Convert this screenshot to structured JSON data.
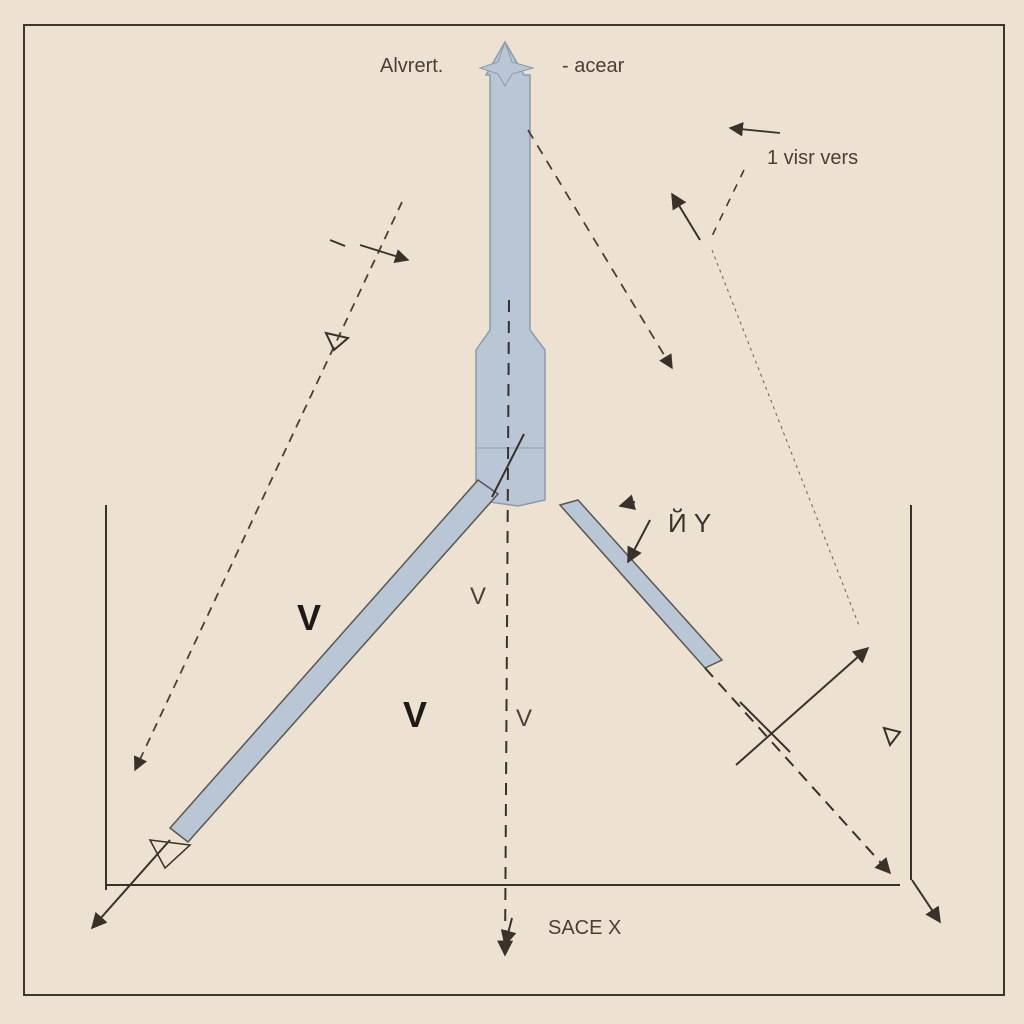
{
  "labels": {
    "top_left": "Alvrert.",
    "top_right": "- acear",
    "right_note": "1 visr vers",
    "right_mid": "Й Y",
    "v_left": "V",
    "v_center_big": "V",
    "v_center_small": "V",
    "v_axis": "V",
    "bottom": "SACE X"
  },
  "colors": {
    "background": "#ede1d1",
    "ink": "#3a312b",
    "bar_fill": "#b9c6d6",
    "bar_stroke": "#8c9aac"
  }
}
